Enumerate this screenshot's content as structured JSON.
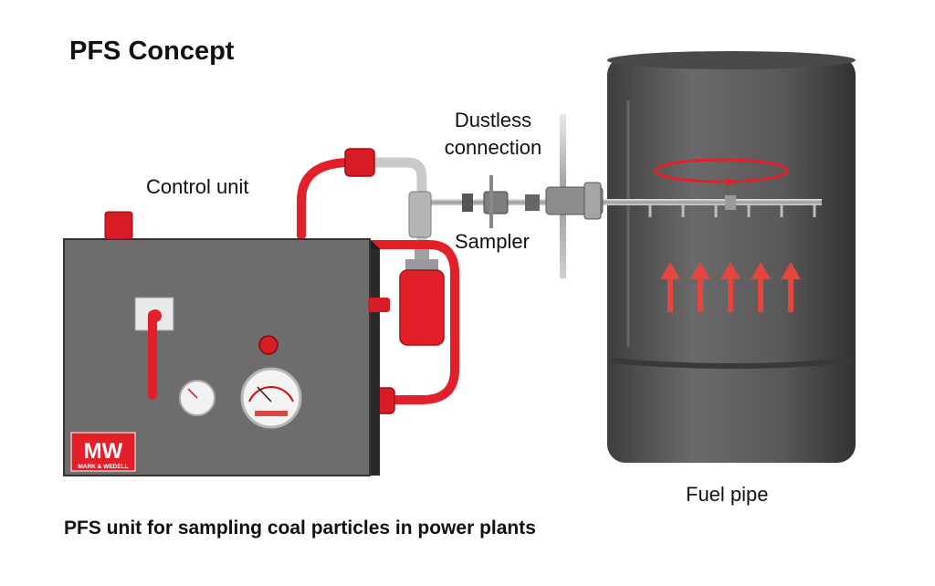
{
  "title": "PFS Concept",
  "caption": "PFS unit for sampling coal particles in power plants",
  "labels": {
    "control_unit": "Control unit",
    "dustless_connection": "Dustless connection",
    "sampler": "Sampler",
    "fuel_pipe": "Fuel pipe"
  },
  "logo": {
    "text": "MW",
    "subtext": "MARK & WEDELL"
  },
  "colors": {
    "accent_red": "#e3202a",
    "pipe_gray": "#5a5859",
    "box_gray": "#6e6c6d",
    "arrow_red": "#e2463d"
  }
}
